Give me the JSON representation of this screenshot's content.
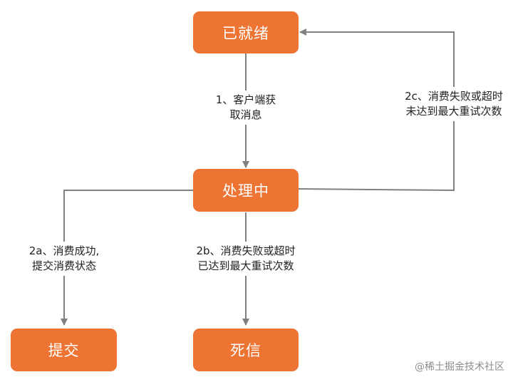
{
  "nodes": {
    "ready": "已就绪",
    "processing": "处理中",
    "commit": "提交",
    "dead_letter": "死信"
  },
  "edges": {
    "fetch": {
      "line1": "1、客户端获",
      "line2": "取消息"
    },
    "success": {
      "line1": "2a、消费成功,",
      "line2": "提交消费状态"
    },
    "dead": {
      "line1": "2b、消费失败或超时",
      "line2": "已达到最大重试次数"
    },
    "retry": {
      "line1": "2c、消费失败或超时",
      "line2": "未达到最大重试次数"
    }
  },
  "watermark": "@稀土掘金技术社区",
  "colors": {
    "node_fill": "#ee7433",
    "node_text": "#ffffff",
    "edge": "#808080"
  }
}
